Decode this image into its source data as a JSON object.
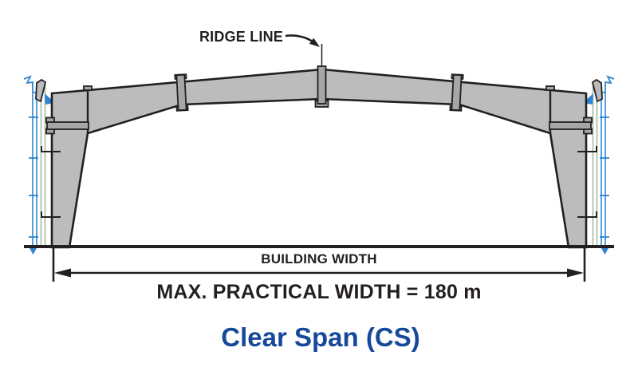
{
  "diagram": {
    "title": "Clear Span (CS)",
    "ridge_label": "RIDGE LINE",
    "dimension_label": "BUILDING WIDTH",
    "max_width_label": "MAX. PRACTICAL WIDTH = 180 m",
    "frame_type": "clear-span rigid frame cross-section"
  },
  "colors": {
    "background": "#ffffff",
    "frame_fill": "#bbbcbe",
    "plate_fill": "#a5a6a8",
    "outline": "#231f20",
    "text": "#231f20",
    "accent_blue": "#2c85d2",
    "accent_blue_light": "#7db4e4",
    "panel_green": "#a2b59c",
    "title_blue": "#17499a"
  }
}
